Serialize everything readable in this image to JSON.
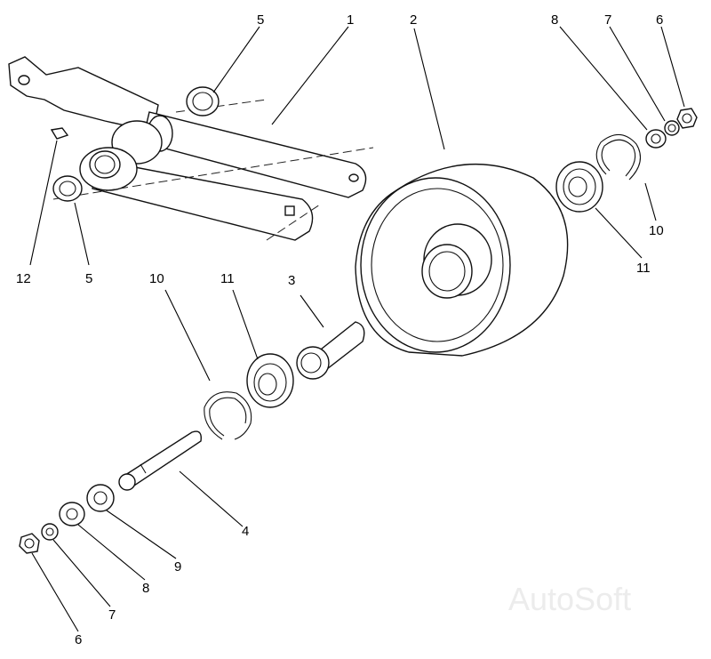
{
  "callouts": {
    "c1": "1",
    "c2": "2",
    "c3": "3",
    "c4": "4",
    "c5a": "5",
    "c5b": "5",
    "c6a": "6",
    "c6b": "6",
    "c7a": "7",
    "c7b": "7",
    "c8a": "8",
    "c8b": "8",
    "c9": "9",
    "c10a": "10",
    "c10b": "10",
    "c11a": "11",
    "c11b": "11",
    "c12": "12"
  },
  "watermark": "AutoSoft"
}
